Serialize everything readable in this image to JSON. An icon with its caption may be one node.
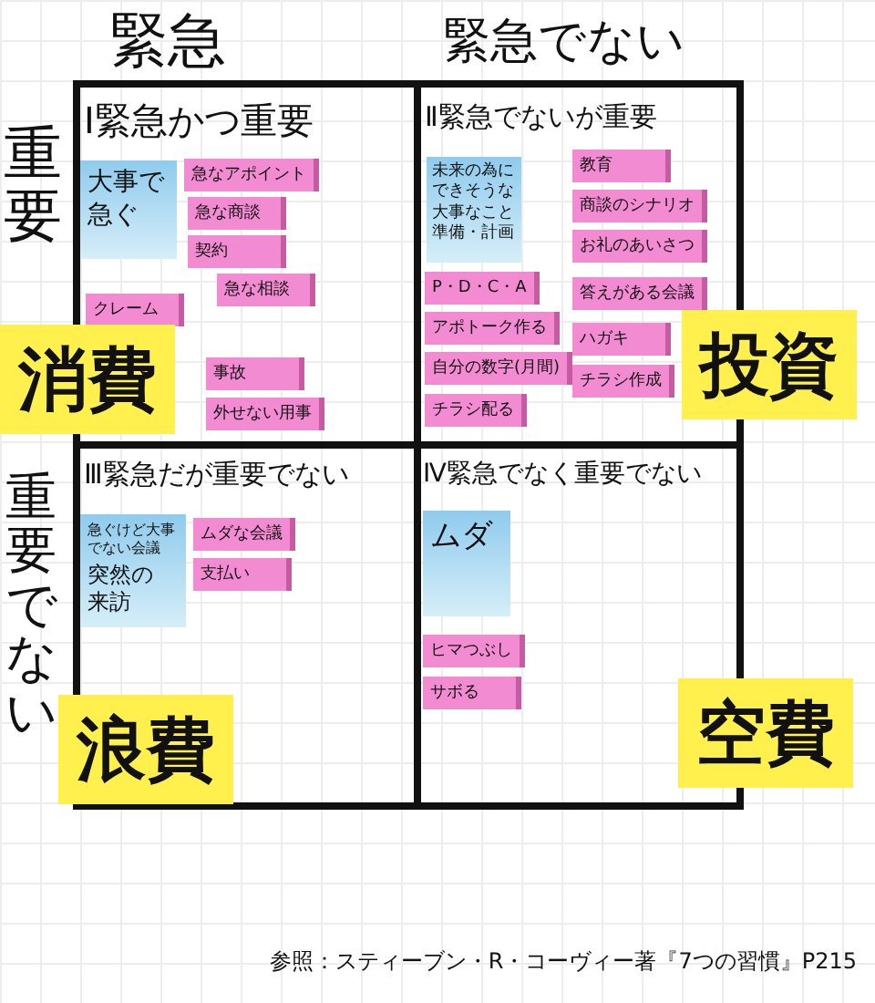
{
  "diagram": {
    "caption": "参照：スティーブン・R・コーヴィー著『7つの習慣』P215",
    "nodes": [
      {
        "text": [
          "Ⅰ緊急かつ重要"
        ]
      },
      {
        "text": [
          "大事で急ぐ"
        ],
        "in": 0
      },
      {
        "text": [
          "急なアポイント"
        ],
        "in": 0
      },
      {
        "text": [
          "急な商談"
        ],
        "in": 0
      },
      {
        "text": [
          "契約"
        ],
        "in": 0
      },
      {
        "text": [
          "急な相談"
        ],
        "in": 0
      },
      {
        "text": [
          "クレーム"
        ],
        "in": 0
      },
      {
        "text": [
          "事故"
        ],
        "in": 0
      },
      {
        "text": [
          "外せない用事"
        ],
        "in": 0
      },
      {
        "text": [
          "消費"
        ]
      },
      {
        "text": [
          "Ⅱ緊急でないが重要"
        ]
      },
      {
        "text": [
          "未来の為にできそうな大事なこと準備・計画"
        ],
        "in": 10
      },
      {
        "text": [
          "教育"
        ],
        "in": 10
      },
      {
        "text": [
          "商談のシナリオ"
        ],
        "in": 10
      },
      {
        "text": [
          "お礼のあいさつ"
        ],
        "in": 10
      },
      {
        "text": [
          "P・D・C・A"
        ],
        "in": 10
      },
      {
        "text": [
          "答えがある会議"
        ],
        "in": 10
      },
      {
        "text": [
          "アポトーク作る"
        ],
        "in": 10
      },
      {
        "text": [
          "ハガキ"
        ],
        "in": 10
      },
      {
        "text": [
          "自分の数字(月間)"
        ],
        "in": 10
      },
      {
        "text": [
          "チラシ作成"
        ],
        "in": 10
      },
      {
        "text": [
          "チラシ配る"
        ],
        "in": 10
      },
      {
        "text": [
          "投資"
        ]
      },
      {
        "text": [
          "Ⅲ緊急だが重要でない"
        ]
      },
      {
        "text": [
          "急ぐけど大事でない会議",
          "突然の来訪"
        ],
        "in": 23
      },
      {
        "text": [
          "ムダな会議"
        ],
        "in": 23
      },
      {
        "text": [
          "支払い"
        ],
        "in": 23
      },
      {
        "text": [
          "浪費"
        ]
      },
      {
        "text": [
          "Ⅳ緊急でなく重要でない"
        ]
      },
      {
        "text": [
          "ムダ"
        ],
        "in": 28
      },
      {
        "text": [
          "ヒマつぶし"
        ],
        "in": 28
      },
      {
        "text": [
          "サボる"
        ],
        "in": 28
      },
      {
        "text": [
          "空費"
        ]
      }
    ],
    "labels": [
      "緊急",
      "緊急でない",
      "重要",
      "重要でない"
    ]
  }
}
